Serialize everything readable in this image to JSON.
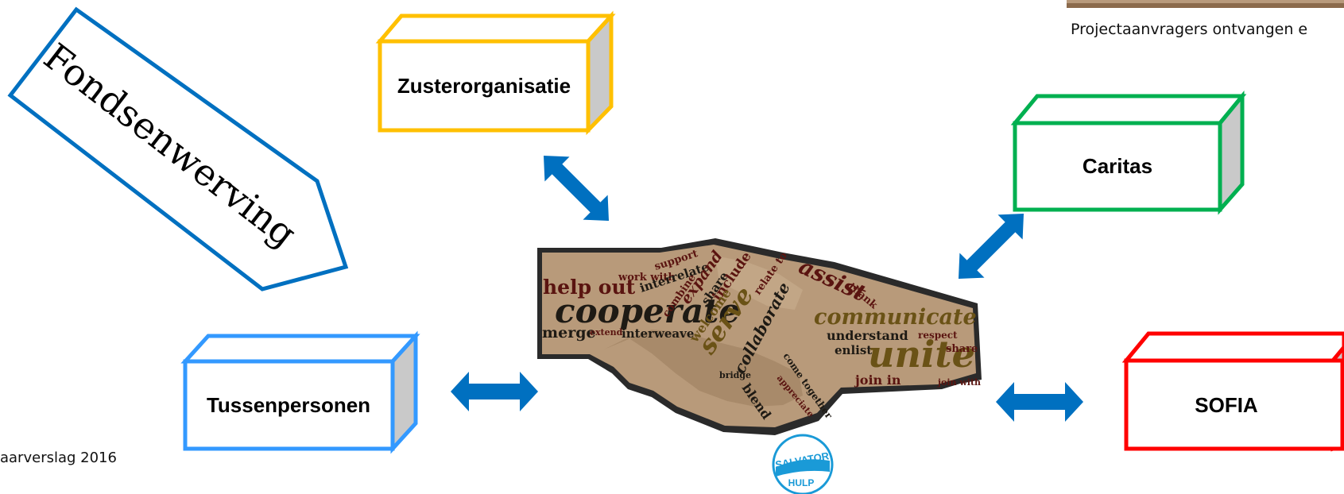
{
  "diagram": {
    "fundraising_label": "Fondsenwerving",
    "boxes": {
      "sister_org": "Zusterorganisatie",
      "caritas": "Caritas",
      "intermediaries": "Tussenpersonen",
      "sofia": "SOFIA"
    },
    "caption_top_right": "Projectaanvragers ontvangen e",
    "caption_bottom_left": "aarverslag 2016",
    "logo": {
      "line1": "SALVATOR",
      "line2": "HULP"
    },
    "handshake_words": [
      "help out",
      "work with",
      "cooperate",
      "merge",
      "extend",
      "interweave",
      "interrelate",
      "support",
      "expand",
      "combine",
      "share",
      "include",
      "relate to",
      "assist",
      "welcome",
      "serve",
      "collaborate",
      "blend",
      "communicate",
      "understand",
      "respect",
      "enlist",
      "unite",
      "join in",
      "join with",
      "bridge",
      "come together",
      "appreciate",
      "thank",
      "share"
    ],
    "colors": {
      "sister_org": "#ffc000",
      "caritas": "#00b050",
      "intermediaries": "#3399ff",
      "sofia": "#ff0000",
      "arrows": "#0070c0",
      "fundraising_outline": "#0070c0",
      "box_side": "#c9c9c9"
    }
  }
}
